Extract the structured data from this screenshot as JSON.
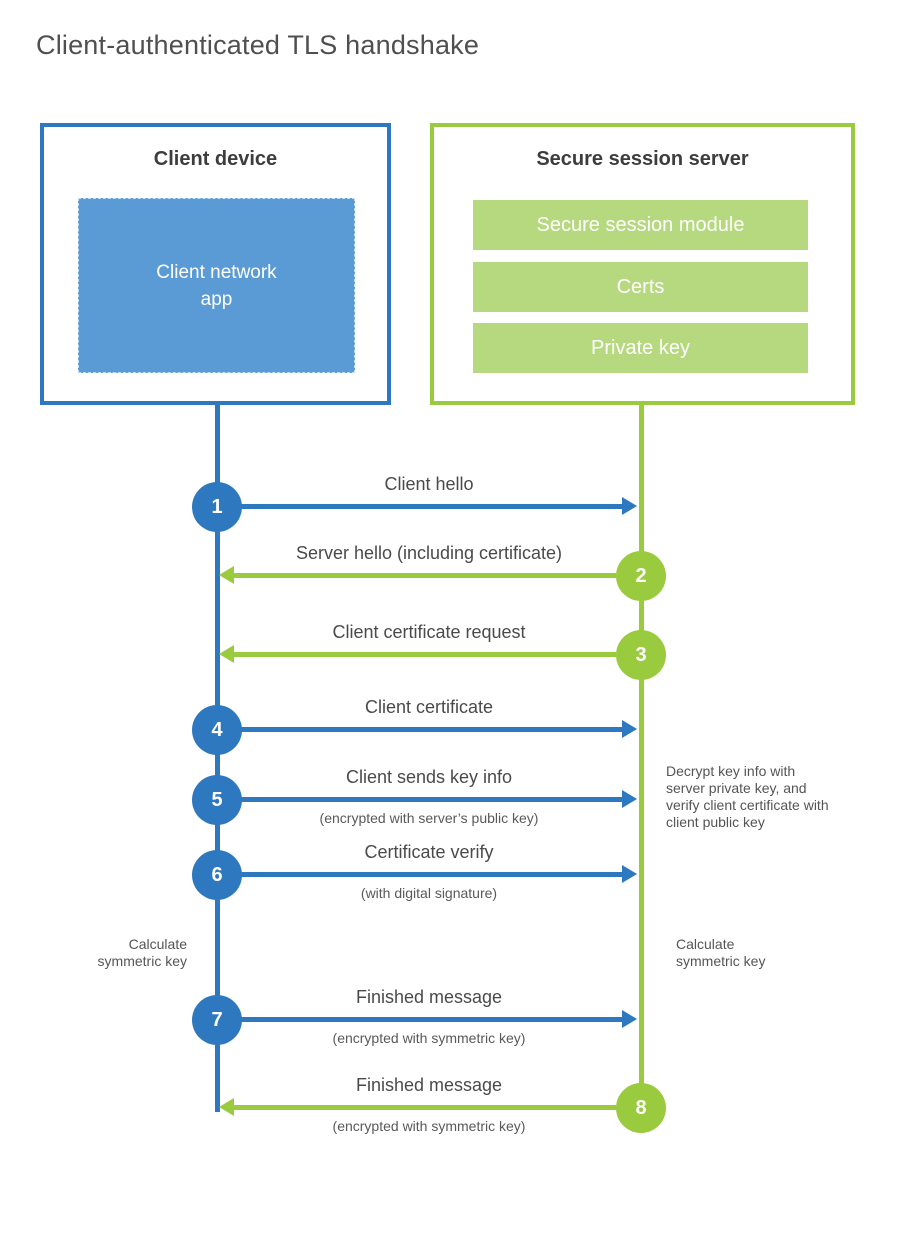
{
  "title": "Client-authenticated TLS handshake",
  "colors": {
    "blue": "#2d78bf",
    "blue_fill": "#5b9bd5",
    "green": "#9aca3e",
    "green_fill": "#b6d87f"
  },
  "client": {
    "title": "Client device",
    "app_label": "Client network app"
  },
  "server": {
    "title": "Secure session server",
    "modules": [
      "Secure session module",
      "Certs",
      "Private key"
    ]
  },
  "steps": [
    {
      "number": "1",
      "label": "Client hello",
      "sublabel": "",
      "direction": "right",
      "actor": "client"
    },
    {
      "number": "2",
      "label": "Server hello (including certificate)",
      "sublabel": "",
      "direction": "left",
      "actor": "server"
    },
    {
      "number": "3",
      "label": "Client certificate request",
      "sublabel": "",
      "direction": "left",
      "actor": "server"
    },
    {
      "number": "4",
      "label": "Client certificate",
      "sublabel": "",
      "direction": "right",
      "actor": "client"
    },
    {
      "number": "5",
      "label": "Client sends key info",
      "sublabel": "(encrypted with server’s public key)",
      "direction": "right",
      "actor": "client"
    },
    {
      "number": "6",
      "label": "Certificate verify",
      "sublabel": "(with digital signature)",
      "direction": "right",
      "actor": "client"
    },
    {
      "number": "7",
      "label": "Finished message",
      "sublabel": "(encrypted with symmetric key)",
      "direction": "right",
      "actor": "client"
    },
    {
      "number": "8",
      "label": "Finished message",
      "sublabel": "(encrypted with symmetric key)",
      "direction": "left",
      "actor": "server"
    }
  ],
  "annotations": {
    "left_calculate": "Calculate symmetric key",
    "right_calculate": "Calculate symmetric key",
    "decrypt_note": "Decrypt key info with server private key, and verify client certificate with client public key"
  }
}
